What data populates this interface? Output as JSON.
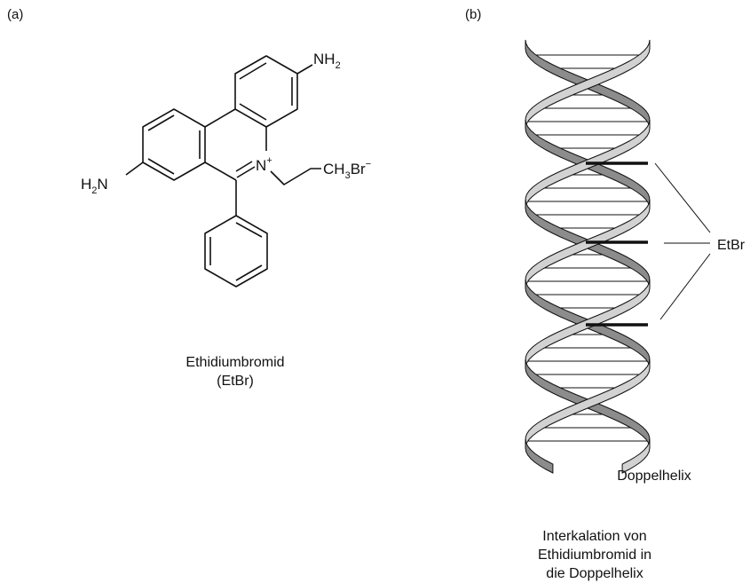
{
  "panels": {
    "a": {
      "label": "(a)"
    },
    "b": {
      "label": "(b)"
    }
  },
  "molecule": {
    "atoms": {
      "nh2_right": {
        "main": "NH",
        "sub": "2"
      },
      "h2n_left": {
        "main": "H",
        "sub": "2",
        "tail": "N"
      },
      "n_plus": {
        "main": "N",
        "sup": "+"
      },
      "ch3br": {
        "main": "CH",
        "sub": "3",
        "tail": "Br",
        "sup": "−"
      }
    },
    "caption_line1": "Ethidiumbromid",
    "caption_line2": "(EtBr)"
  },
  "helix": {
    "etbr_label": "EtBr",
    "name": "Doppelhelix",
    "caption_line1": "Interkalation von",
    "caption_line2": "Ethidiumbromid in",
    "caption_line3": "die Doppelhelix"
  },
  "colors": {
    "strand_dark": "#8c8c8c",
    "strand_light": "#d2d2d2",
    "ink": "#111111"
  }
}
